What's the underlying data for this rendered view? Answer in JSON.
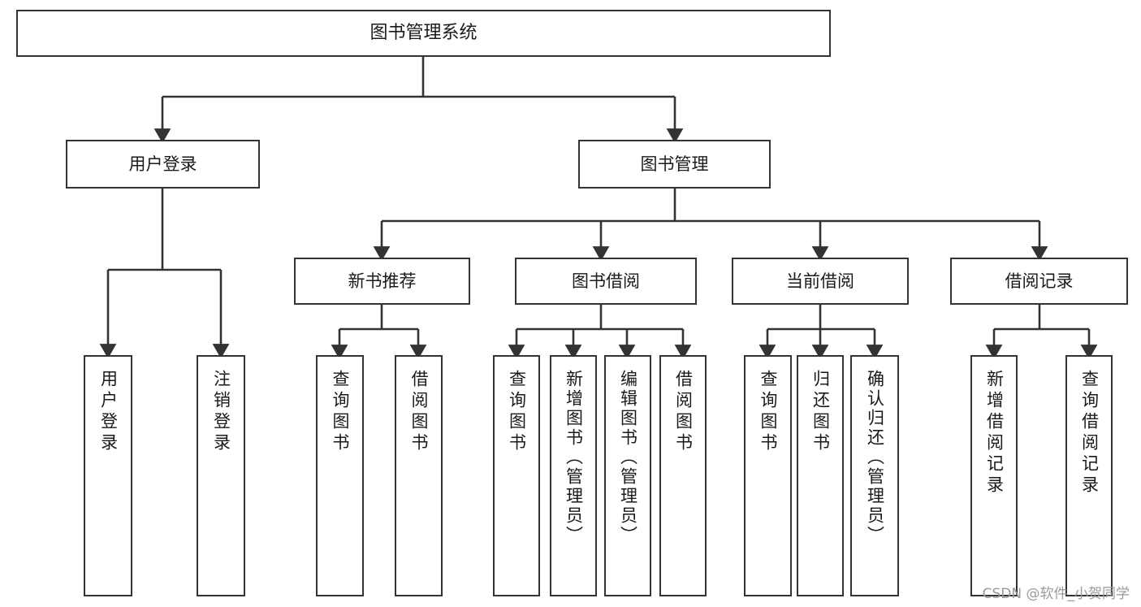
{
  "diagram": {
    "title": "图书管理系统",
    "watermark": "CSDN @软件_小贺同学",
    "levels": {
      "root": {
        "label": "图书管理系统"
      },
      "level2": [
        {
          "label": "用户登录"
        },
        {
          "label": "图书管理"
        }
      ],
      "level3": [
        {
          "label": "新书推荐"
        },
        {
          "label": "图书借阅"
        },
        {
          "label": "当前借阅"
        },
        {
          "label": "借阅记录"
        }
      ],
      "leaves": [
        {
          "label": "用户登录",
          "parent": "用户登录"
        },
        {
          "label": "注销登录",
          "parent": "用户登录"
        },
        {
          "label": "查询图书",
          "parent": "新书推荐"
        },
        {
          "label": "借阅图书",
          "parent": "新书推荐"
        },
        {
          "label": "查询图书",
          "parent": "图书借阅"
        },
        {
          "label": "新增图书（管理员）",
          "parent": "图书借阅"
        },
        {
          "label": "编辑图书（管理员）",
          "parent": "图书借阅"
        },
        {
          "label": "借阅图书",
          "parent": "图书借阅"
        },
        {
          "label": "查询图书",
          "parent": "当前借阅"
        },
        {
          "label": "归还图书",
          "parent": "当前借阅"
        },
        {
          "label": "确认归还（管理员）",
          "parent": "当前借阅"
        },
        {
          "label": "新增借阅记录",
          "parent": "借阅记录"
        },
        {
          "label": "查询借阅记录",
          "parent": "借阅记录"
        }
      ]
    },
    "colors": {
      "stroke": "#333333",
      "fill": "#ffffff",
      "text": "#1a1a1a",
      "watermark": "#9a9a9a"
    }
  }
}
